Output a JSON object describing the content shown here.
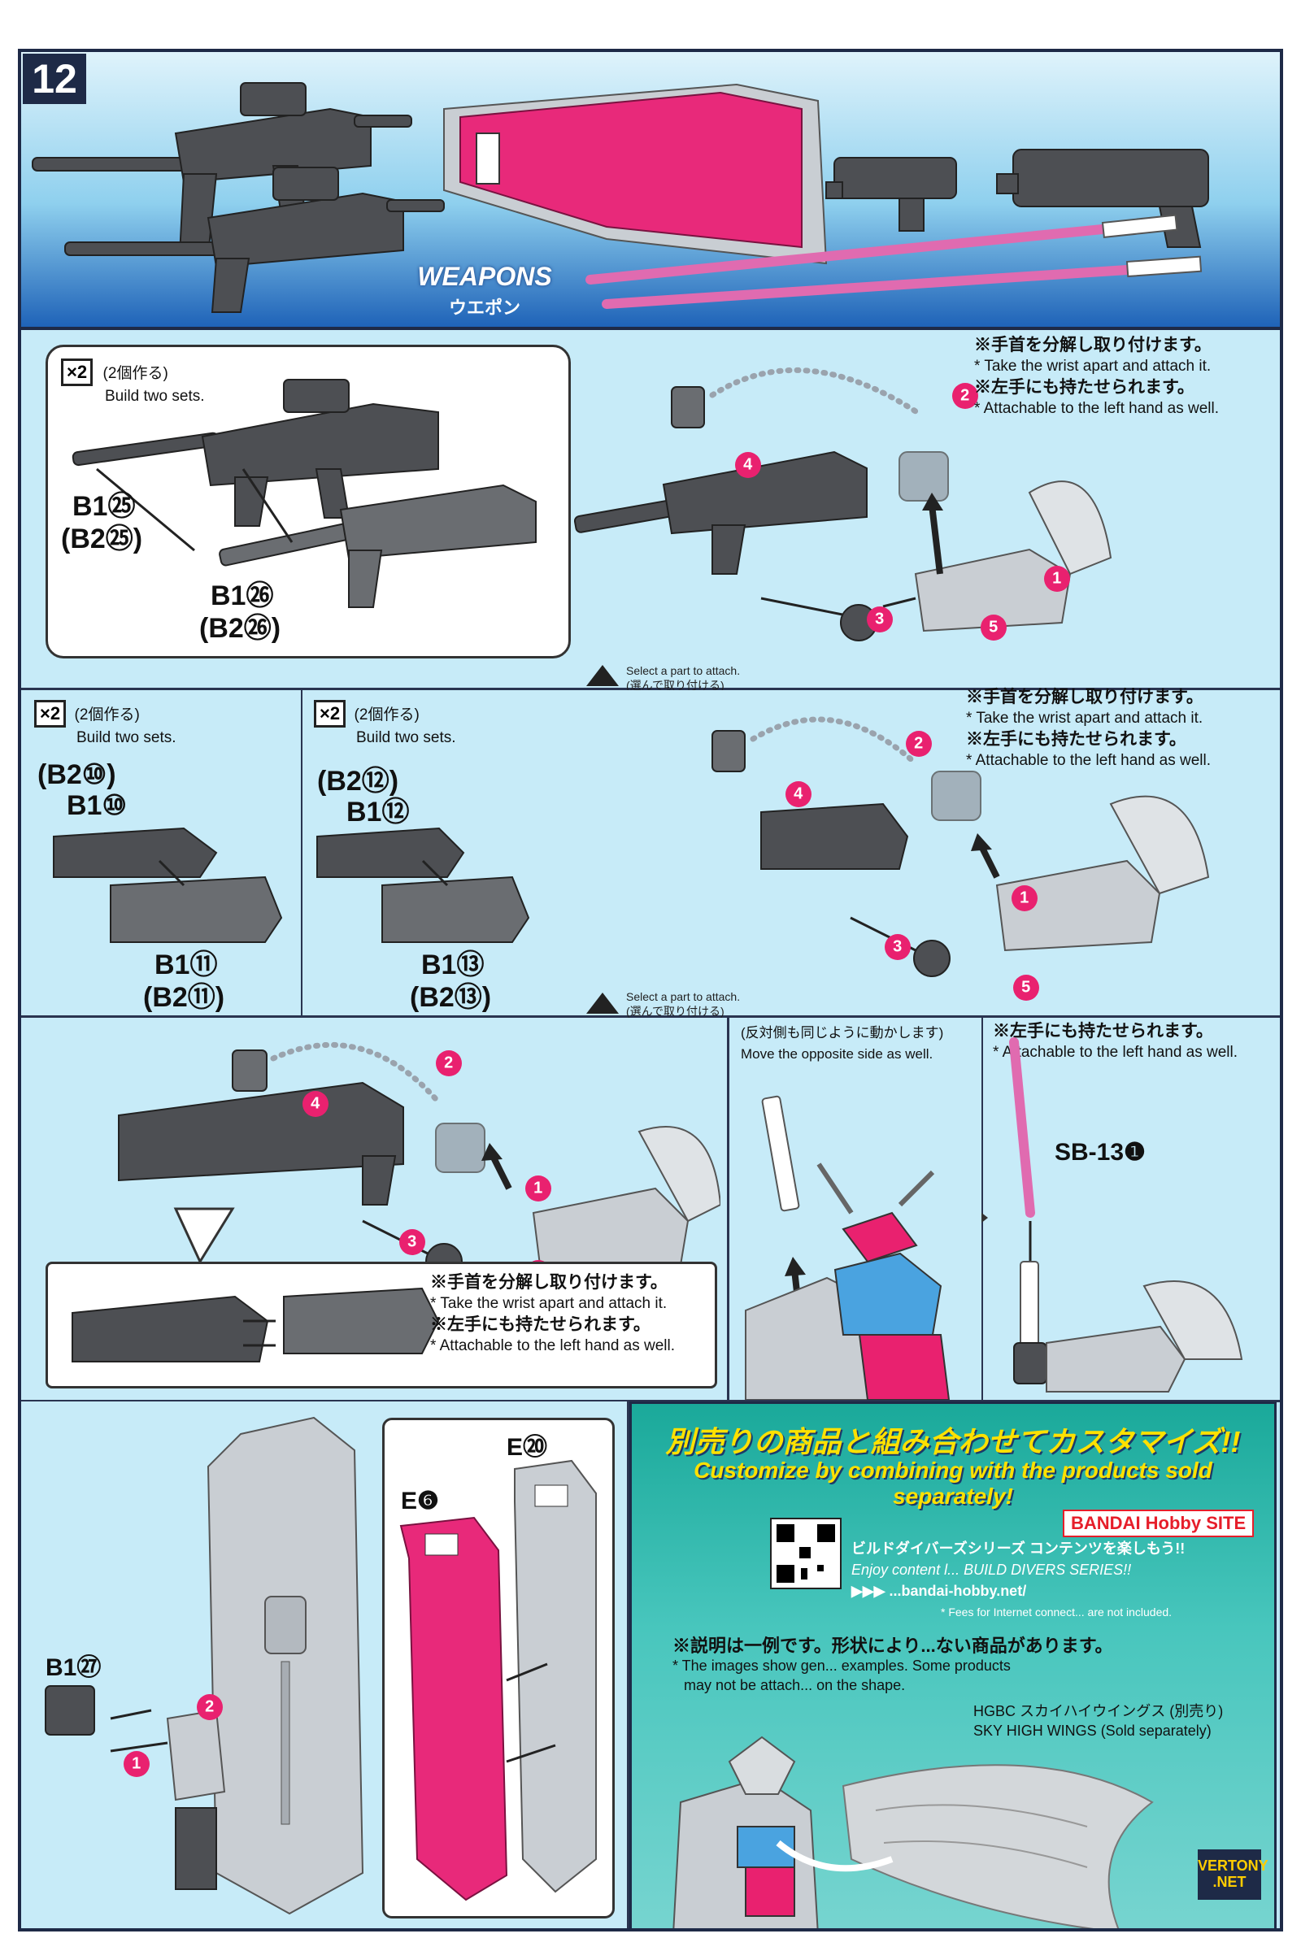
{
  "step": "12",
  "weapons": {
    "title_en": "WEAPONS",
    "title_jp": "ウエポン"
  },
  "wrist_note": {
    "jp1": "※手首を分解し取り付けます。",
    "en1": "* Take the wrist apart and attach it.",
    "jp2": "※左手にも持たせられます。",
    "en2": "* Attachable to the left hand as well."
  },
  "build_two": {
    "mult": "×2",
    "jp": "(2個作る)",
    "en": "Build two sets."
  },
  "select_part": {
    "en": "Select a part to attach.",
    "jp": "(選んで取り付ける)"
  },
  "parts": {
    "b1_25": "B1㉕",
    "b2_25": "(B2㉕)",
    "b1_26": "B1㉖",
    "b2_26": "(B2㉖)",
    "b2_10": "(B2⑩)",
    "b1_10": "B1⑩",
    "b1_11": "B1⑪",
    "b2_11": "(B2⑪)",
    "b2_12": "(B2⑫)",
    "b1_12": "B1⑫",
    "b1_13": "B1⑬",
    "b2_13": "(B2⑬)",
    "sb13": "SB-13❶",
    "b1_27": "B1㉗",
    "e20": "E⑳",
    "e6": "E❻"
  },
  "step_numbers": [
    "1",
    "2",
    "3",
    "4",
    "5"
  ],
  "opposite_side": {
    "jp": "(反対側も同じように動かします)",
    "en": "Move the opposite side as well."
  },
  "left_hand_only": {
    "jp": "※左手にも持たせられます。",
    "en": "* Attachable to the left hand as well."
  },
  "promo": {
    "title_jp": "別売りの商品と組み合わせてカスタマイズ!!",
    "title_en": "Customize by combining with the products sold separately!",
    "brand": "BANDAI Hobby SITE",
    "series_jp": "ビルドダイバーズシリーズ  コンテンツを楽しもう!!",
    "series_en": "Enjoy content l... BUILD DIVERS SERIES!!",
    "url": "▶▶▶ ...bandai-hobby.net/",
    "fees": "* Fees for Internet connect... are not included.",
    "note_jp": "※説明は一例です。形状により...ない商品があります。",
    "note_en1": "* The images show gen... examples. Some products",
    "note_en2": "may not be attach... on the shape.",
    "product_jp": "HGBC スカイハイウイングス (別売り)",
    "product_en": "SKY HIGH WINGS (Sold separately)",
    "vertony": "VERTONY .NET"
  },
  "colors": {
    "frame": "#1e2a47",
    "accent_pink": "#e9216f",
    "panel": "#c7ebf8",
    "promo": "#1aa99a"
  }
}
